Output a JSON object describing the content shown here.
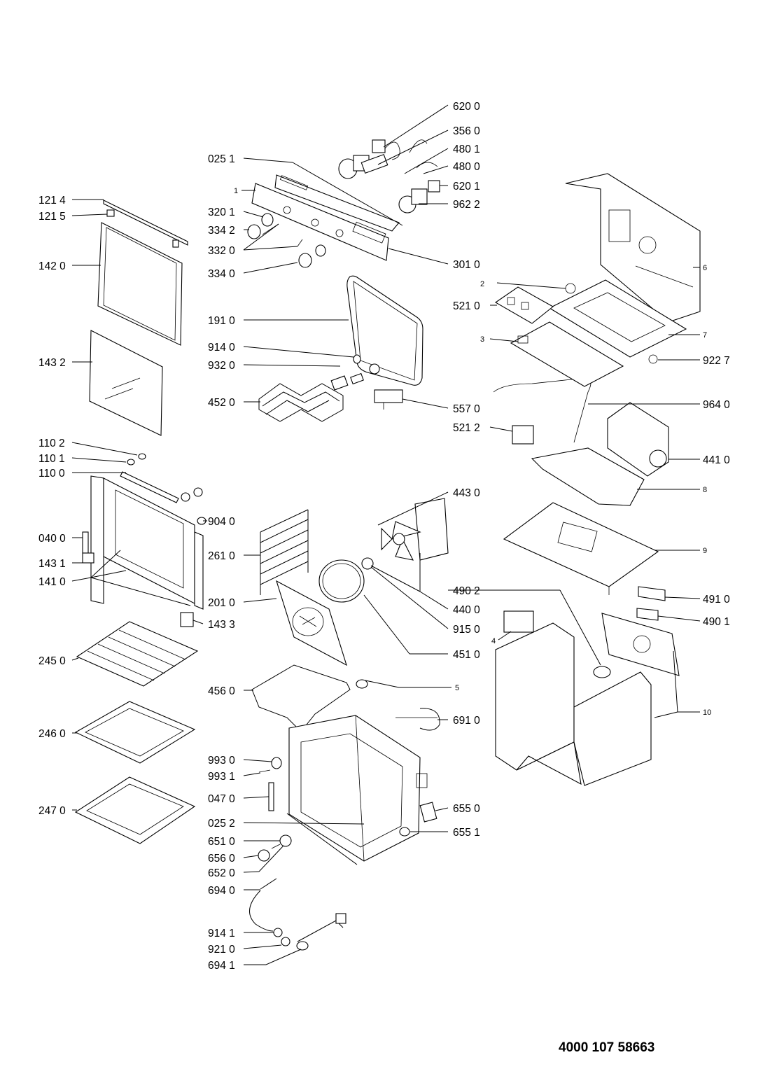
{
  "doc_number": "4000 107 58663",
  "labels": {
    "l6200": "620 0",
    "l3560": "356 0",
    "l4801": "480 1",
    "l4800": "480 0",
    "l6201": "620 1",
    "l9622": "962 2",
    "l0251": "025 1",
    "l1": "1",
    "l1214": "121 4",
    "l1215": "121 5",
    "l3201": "320 1",
    "l3342": "334 2",
    "l3320": "332 0",
    "l3340": "334 0",
    "l3010": "301 0",
    "l1420": "142 0",
    "l6": "6",
    "l2": "2",
    "l5210": "521 0",
    "l7": "7",
    "l3": "3",
    "l9227": "922 7",
    "l1910": "191 0",
    "l9140": "914 0",
    "l9320": "932 0",
    "l1432": "143 2",
    "l4520": "452 0",
    "l5570": "557 0",
    "l9640": "964 0",
    "l5212": "521 2",
    "l1102": "110 2",
    "l1101": "110 1",
    "l1100": "110 0",
    "l4410": "441 0",
    "l8": "8",
    "l4430": "443 0",
    "l9040": "904 0",
    "l0400": "040 0",
    "l2610": "261 0",
    "l9": "9",
    "l1431": "143 1",
    "l1410": "141 0",
    "l2010": "201 0",
    "l4400": "440 0",
    "l4902": "490 2",
    "l4910": "491 0",
    "l1433": "143 3",
    "l9150": "915 0",
    "l4901": "490 1",
    "l4": "4",
    "l4510": "451 0",
    "l2450": "245 0",
    "l4560": "456 0",
    "l5": "5",
    "l10": "10",
    "l6910": "691 0",
    "l2460": "246 0",
    "l9930": "993 0",
    "l9931": "993 1",
    "l0470": "047 0",
    "l2470": "247 0",
    "l6550": "655 0",
    "l0252": "025 2",
    "l6551": "655 1",
    "l6510": "651 0",
    "l6560": "656 0",
    "l6520": "652 0",
    "l6940": "694 0",
    "l9141": "914 1",
    "l9210": "921 0",
    "l6941": "694 1"
  }
}
